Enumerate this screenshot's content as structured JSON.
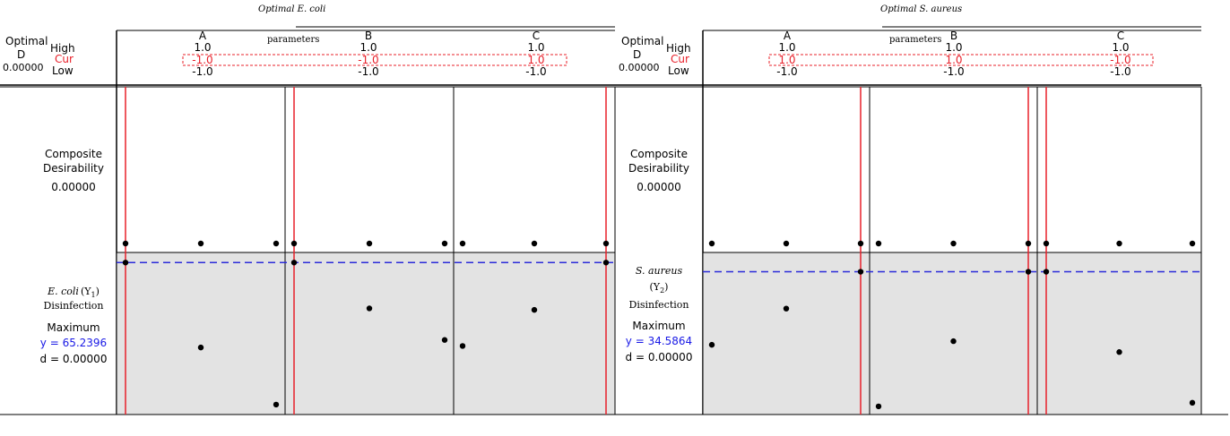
{
  "panels": [
    {
      "header": {
        "title_italic": "Optimal E. coli",
        "title_sub": "parameters",
        "optimal_label": "Optimal",
        "d_label": "D",
        "d_value": "0.00000",
        "high_label": "High",
        "cur_label": "Cur",
        "low_label": "Low"
      },
      "factors": [
        {
          "name": "A",
          "high": "1.0",
          "cur": "-1.0",
          "low": "-1.0"
        },
        {
          "name": "B",
          "high": "1.0",
          "cur": "-1.0",
          "low": "-1.0"
        },
        {
          "name": "C",
          "high": "1.0",
          "cur": "1.0",
          "low": "-1.0"
        }
      ],
      "composite": {
        "line1": "Composite",
        "line2": "Desirability",
        "value": "0.00000"
      },
      "response": {
        "name_italic": "E. coli",
        "name_sub": "(Y",
        "name_subscript": "1",
        "name_close": ")",
        "name_line2": "",
        "label": "Disinfection",
        "goal": "Maximum",
        "y_text": "y = 65.2396",
        "d_text": "d = 0.00000"
      }
    },
    {
      "header": {
        "title_italic": "Optimal S. aureus",
        "title_sub": "parameters",
        "optimal_label": "Optimal",
        "d_label": "D",
        "d_value": "0.00000",
        "high_label": "High",
        "cur_label": "Cur",
        "low_label": "Low"
      },
      "factors": [
        {
          "name": "A",
          "high": "1.0",
          "cur": "1.0",
          "low": "-1.0"
        },
        {
          "name": "B",
          "high": "1.0",
          "cur": "1.0",
          "low": "-1.0"
        },
        {
          "name": "C",
          "high": "1.0",
          "cur": "-1.0",
          "low": "-1.0"
        }
      ],
      "composite": {
        "line1": "Composite",
        "line2": "Desirability",
        "value": "0.00000"
      },
      "response": {
        "name_italic": "S. aureus",
        "name_sub": "(Y",
        "name_subscript": "2",
        "name_close": ")",
        "label": "Disinfection",
        "goal": "Maximum",
        "y_text": "y = 34.5864",
        "d_text": "d = 0.00000"
      }
    }
  ],
  "colors": {
    "current_line": "#e8202a",
    "target_line": "#2b2bd9",
    "y_text": "#1a1ae6",
    "response_fill": "#e3e3e3",
    "points": "#000000"
  },
  "chart_data": [
    {
      "type": "scatter",
      "title": "Optimal E. coli parameters",
      "factors": [
        "A",
        "B",
        "C"
      ],
      "factor_range": [
        -1.0,
        1.0
      ],
      "current_settings": {
        "A": -1.0,
        "B": -1.0,
        "C": 1.0
      },
      "composite_desirability": 0.0,
      "composite_points": {
        "A": {
          "x": [
            -1.0,
            0.0,
            1.0
          ],
          "d": [
            0.0,
            0.0,
            0.0
          ]
        },
        "B": {
          "x": [
            -1.0,
            0.0,
            1.0
          ],
          "d": [
            0.0,
            0.0,
            0.0
          ]
        },
        "C": {
          "x": [
            -1.0,
            0.0,
            1.0
          ],
          "d": [
            0.0,
            0.0,
            0.0
          ]
        }
      },
      "response": {
        "goal": "Maximum",
        "y_current": 65.2396,
        "d": 0.0,
        "trace_points": {
          "A": {
            "x": [
              -1.0,
              0.0,
              1.0
            ],
            "y": [
              65.2396,
              37.0,
              18.0
            ]
          },
          "B": {
            "x": [
              -1.0,
              0.0,
              1.0
            ],
            "y": [
              65.2396,
              50.0,
              39.5
            ]
          },
          "C": {
            "x": [
              -1.0,
              0.0,
              1.0
            ],
            "y": [
              37.5,
              49.5,
              65.2396
            ]
          }
        }
      }
    },
    {
      "type": "scatter",
      "title": "Optimal S. aureus parameters",
      "factors": [
        "A",
        "B",
        "C"
      ],
      "factor_range": [
        -1.0,
        1.0
      ],
      "current_settings": {
        "A": 1.0,
        "B": 1.0,
        "C": -1.0
      },
      "composite_desirability": 0.0,
      "composite_points": {
        "A": {
          "x": [
            -1.0,
            0.0,
            1.0
          ],
          "d": [
            0.0,
            0.0,
            0.0
          ]
        },
        "B": {
          "x": [
            -1.0,
            0.0,
            1.0
          ],
          "d": [
            0.0,
            0.0,
            0.0
          ]
        },
        "C": {
          "x": [
            -1.0,
            0.0,
            1.0
          ],
          "d": [
            0.0,
            0.0,
            0.0
          ]
        }
      },
      "response": {
        "goal": "Maximum",
        "y_current": 34.5864,
        "d": 0.0,
        "trace_points": {
          "A": {
            "x": [
              -1.0,
              0.0,
              1.0
            ],
            "y": [
              24.5,
              29.5,
              34.5864
            ]
          },
          "B": {
            "x": [
              -1.0,
              0.0,
              1.0
            ],
            "y": [
              16.0,
              25.0,
              34.5864
            ]
          },
          "C": {
            "x": [
              -1.0,
              0.0,
              1.0
            ],
            "y": [
              34.5864,
              23.5,
              16.5
            ]
          }
        }
      }
    }
  ]
}
